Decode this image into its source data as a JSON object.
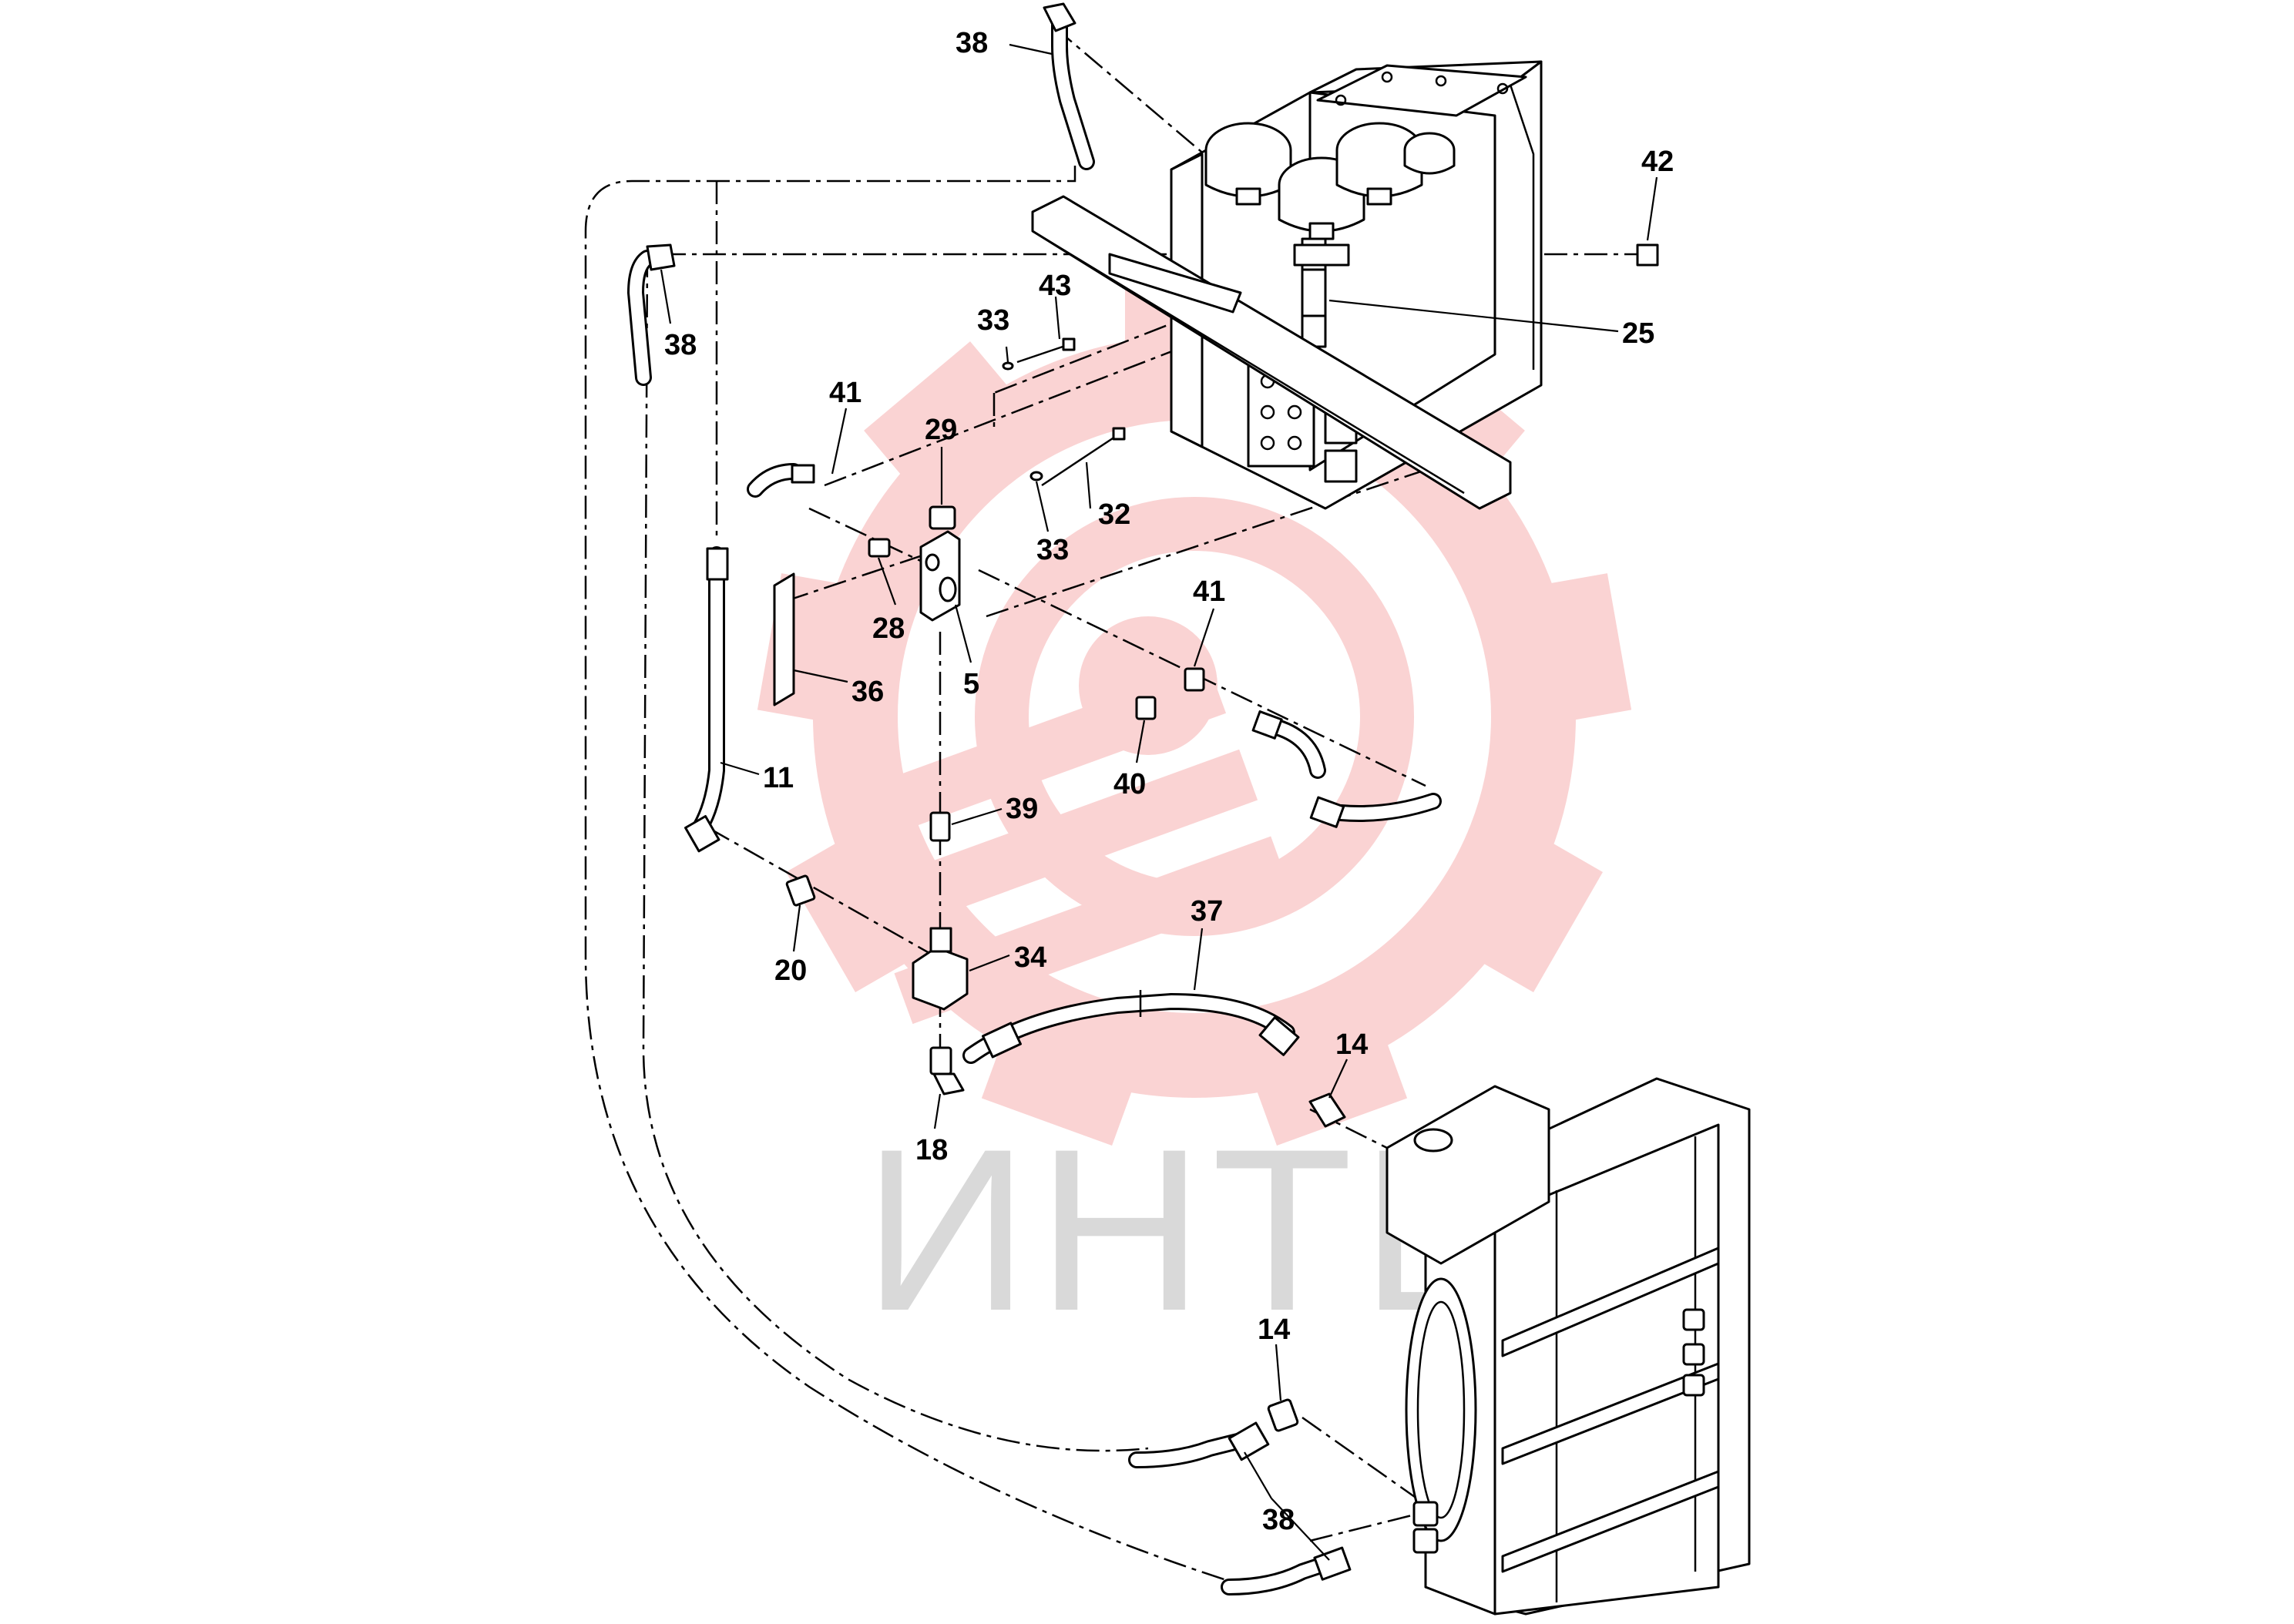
{
  "diagram": {
    "watermark": {
      "text": "ИНТЕХ",
      "logo_color": "#f08080",
      "text_color": "#d9d9d9"
    },
    "callouts": [
      {
        "id": "c-38-top",
        "label": "38"
      },
      {
        "id": "c-42",
        "label": "42"
      },
      {
        "id": "c-38-left",
        "label": "38"
      },
      {
        "id": "c-25",
        "label": "25"
      },
      {
        "id": "c-33-top",
        "label": "33"
      },
      {
        "id": "c-43",
        "label": "43"
      },
      {
        "id": "c-41-left",
        "label": "41"
      },
      {
        "id": "c-29",
        "label": "29"
      },
      {
        "id": "c-32",
        "label": "32"
      },
      {
        "id": "c-33-mid",
        "label": "33"
      },
      {
        "id": "c-41-right",
        "label": "41"
      },
      {
        "id": "c-28",
        "label": "28"
      },
      {
        "id": "c-5",
        "label": "5"
      },
      {
        "id": "c-36",
        "label": "36"
      },
      {
        "id": "c-11",
        "label": "11"
      },
      {
        "id": "c-40",
        "label": "40"
      },
      {
        "id": "c-39",
        "label": "39"
      },
      {
        "id": "c-37",
        "label": "37"
      },
      {
        "id": "c-34",
        "label": "34"
      },
      {
        "id": "c-20",
        "label": "20"
      },
      {
        "id": "c-14-mid",
        "label": "14"
      },
      {
        "id": "c-18",
        "label": "18"
      },
      {
        "id": "c-14-low",
        "label": "14"
      },
      {
        "id": "c-38-bottom",
        "label": "38"
      }
    ]
  }
}
